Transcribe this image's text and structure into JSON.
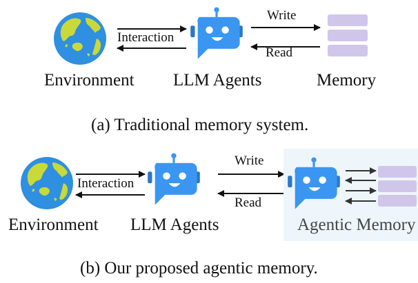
{
  "panel_a": {
    "environment_label": "Environment",
    "agent_label": "LLM Agents",
    "memory_label": "Memory",
    "interaction_label": "Interaction",
    "write_label": "Write",
    "read_label": "Read",
    "caption": "(a)  Traditional memory system."
  },
  "panel_b": {
    "environment_label": "Environment",
    "agent_label": "LLM Agents",
    "memory_label": "Agentic Memory",
    "interaction_label": "Interaction",
    "write_label": "Write",
    "read_label": "Read",
    "caption": "(b)  Our proposed agentic memory."
  },
  "colors": {
    "globe_ocean": "#2f8fe0",
    "globe_land": "#c9d93a",
    "robot_body": "#3a96f0",
    "robot_ear": "#2a78c8",
    "memory_block": "#d0c6ea",
    "agentic_box": "#eef6fb"
  }
}
